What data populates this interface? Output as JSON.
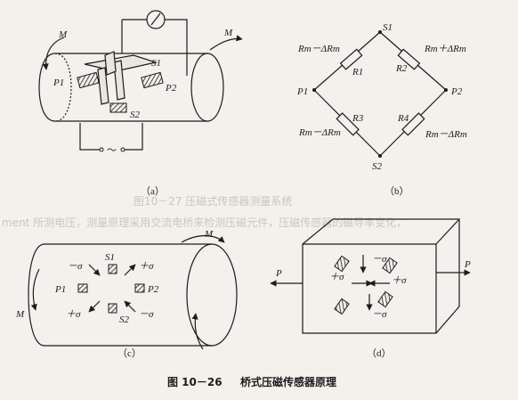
{
  "page": {
    "caption_number": "图 10－26",
    "caption_title": "桥式压磁传感器原理",
    "show_through_line_1": "图10－27 压磁式传感器测量系统",
    "show_through_line_2": "ment 所测电压，测量原理采用交流电桥来检测压磁元件，压磁传感器的磁导率变化，"
  },
  "panel_a": {
    "label": "（a）",
    "M_left": "M",
    "M_right": "M",
    "S1": "S1",
    "S2": "S2",
    "P1": "P1",
    "P2": "P2",
    "source": "～"
  },
  "panel_b": {
    "label": "（b）",
    "S1": "S1",
    "S2": "S2",
    "P1": "P1",
    "P2": "P2",
    "R1": "R1",
    "R2": "R2",
    "R3": "R3",
    "R4": "R4",
    "val_R1": "Rm－ΔRm",
    "val_R2": "Rm＋ΔRm",
    "val_R3": "Rm－ΔRm",
    "val_R4": "Rm－ΔRm"
  },
  "panel_c": {
    "label": "（c）",
    "M_top": "M",
    "M_left": "M",
    "S1": "S1",
    "S2": "S2",
    "P1": "P1",
    "P2": "P2",
    "stress_tl": "－σ",
    "stress_tr": "＋σ",
    "stress_bl": "＋σ",
    "stress_br": "－σ"
  },
  "panel_d": {
    "label": "（d）",
    "P_left": "P",
    "P_right": "P",
    "stress_1": "－σ",
    "stress_2": "＋σ",
    "stress_3": "＋σ",
    "stress_4": "－σ"
  }
}
